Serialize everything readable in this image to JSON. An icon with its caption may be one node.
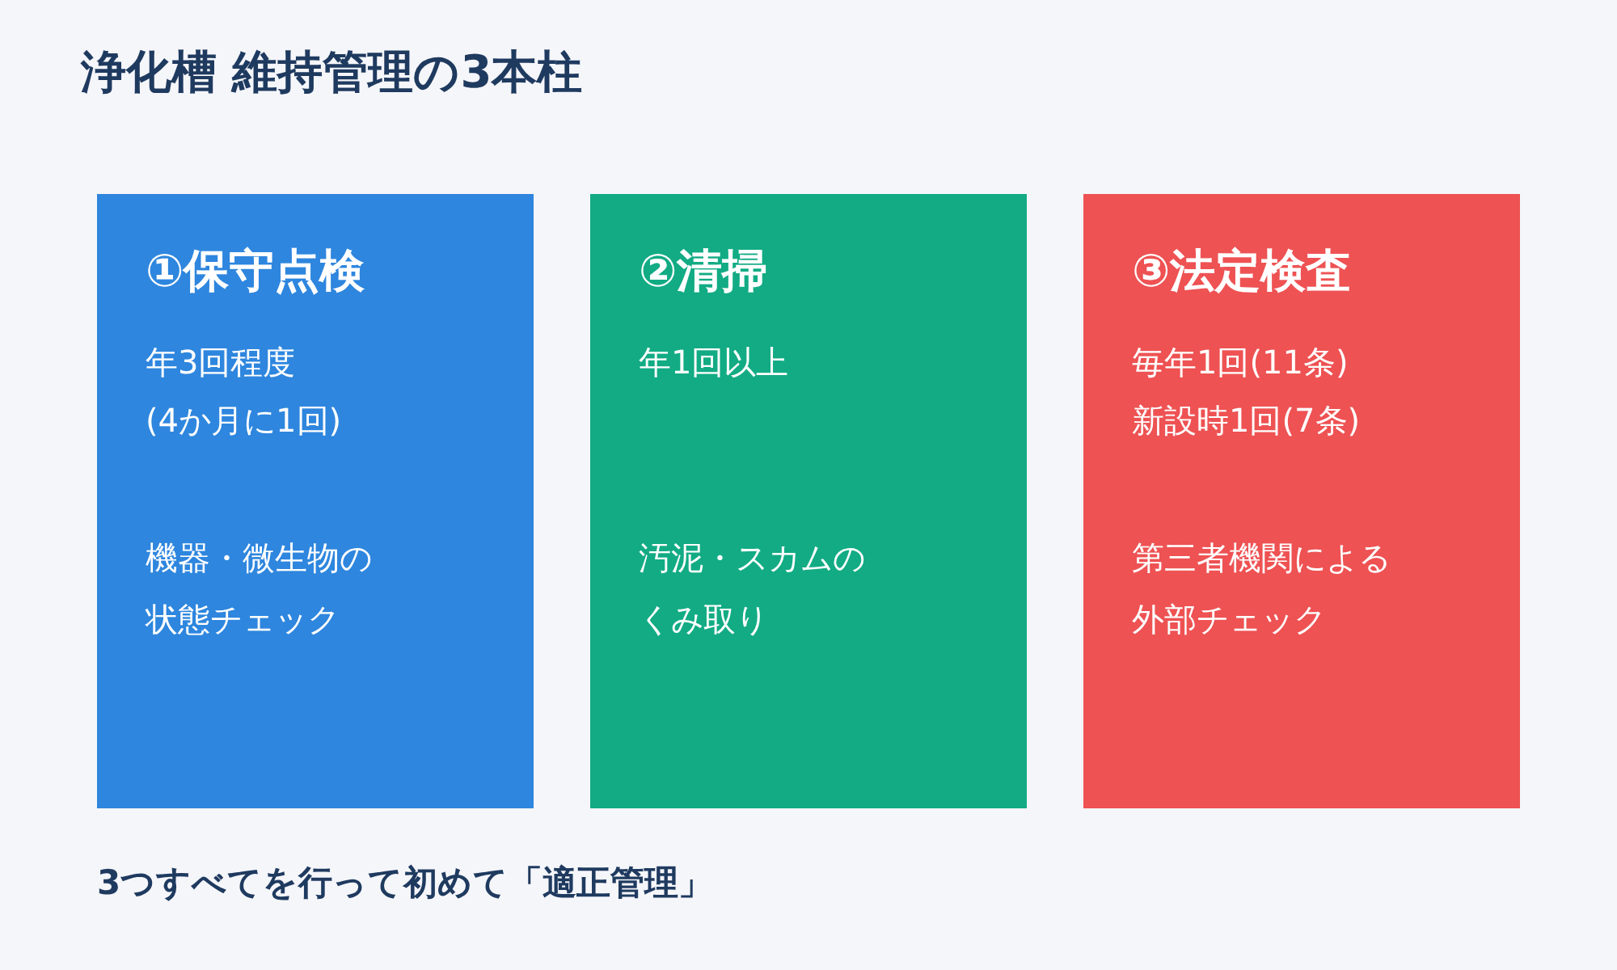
{
  "diagram": {
    "title": "浄化槽 維持管理の3本柱",
    "nodes": [
      {
        "text": [
          "①保守点検",
          "年3回程度",
          "(4か月に1回)",
          "機器・微生物の状態チェック"
        ]
      },
      {
        "text": [
          "②清掃",
          "年1回以上",
          "汚泥・スカムのくみ取り"
        ]
      },
      {
        "text": [
          "③法定検査",
          "毎年1回(11条)",
          "新設時1回(7条)",
          "第三者機関による外部チェック"
        ]
      }
    ],
    "labels": [
      "3つすべてを行って初めて「適正管理」"
    ]
  }
}
